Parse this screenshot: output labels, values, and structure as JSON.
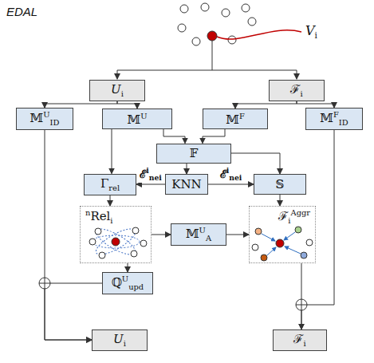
{
  "diagram": {
    "title": "EDAL",
    "nodes": [
      {
        "text": [
          "Ui"
        ]
      },
      {
        "text": [
          "ℱi"
        ]
      },
      {
        "text": [
          "𝕄UID"
        ]
      },
      {
        "text": [
          "𝕄U"
        ]
      },
      {
        "text": [
          "𝕄F"
        ]
      },
      {
        "text": [
          "𝕄FID"
        ]
      },
      {
        "text": [
          "𝔽"
        ]
      },
      {
        "text": [
          "Γrel"
        ]
      },
      {
        "text": [
          "KNN"
        ]
      },
      {
        "text": [
          "𝕊"
        ]
      },
      {
        "text": [
          "nReli"
        ]
      },
      {
        "text": [
          "𝕄UA"
        ]
      },
      {
        "text": [
          "ℱiAggr"
        ]
      },
      {
        "text": [
          "ℚUupd"
        ]
      },
      {
        "text": [
          "Ui"
        ]
      },
      {
        "text": [
          "ℱi"
        ]
      }
    ],
    "edges": [
      {
        "from": 0,
        "to": 2,
        "arrow": "to"
      },
      {
        "from": 0,
        "to": 3,
        "arrow": "to"
      },
      {
        "from": 1,
        "to": 4,
        "arrow": "to"
      },
      {
        "from": 1,
        "to": 5,
        "arrow": "to"
      },
      {
        "from": 3,
        "to": 6,
        "arrow": "to"
      },
      {
        "from": 4,
        "to": 6,
        "arrow": "to"
      },
      {
        "from": 3,
        "to": 7,
        "arrow": "to"
      },
      {
        "from": 6,
        "to": 8,
        "arrow": "to"
      },
      {
        "from": 6,
        "to": 9,
        "arrow": "to"
      },
      {
        "from": 8,
        "to": 7,
        "label": "ℰinei",
        "arrow": "to"
      },
      {
        "from": 8,
        "to": 9,
        "label": "ℰinei",
        "arrow": "to"
      },
      {
        "from": 7,
        "to": 10,
        "arrow": "to"
      },
      {
        "from": 9,
        "to": 12,
        "arrow": "to"
      },
      {
        "from": 10,
        "to": 11,
        "arrow": "to"
      },
      {
        "from": 11,
        "to": 12,
        "arrow": "to"
      },
      {
        "from": 10,
        "to": 13,
        "arrow": "to"
      },
      {
        "from": 13,
        "to": 14,
        "arrow": "to"
      },
      {
        "from": 2,
        "to": 14,
        "arrow": "to"
      },
      {
        "from": 12,
        "to": 15,
        "arrow": "to"
      },
      {
        "from": 5,
        "to": 15,
        "arrow": "to"
      }
    ],
    "labels": [
      "Vi"
    ]
  }
}
